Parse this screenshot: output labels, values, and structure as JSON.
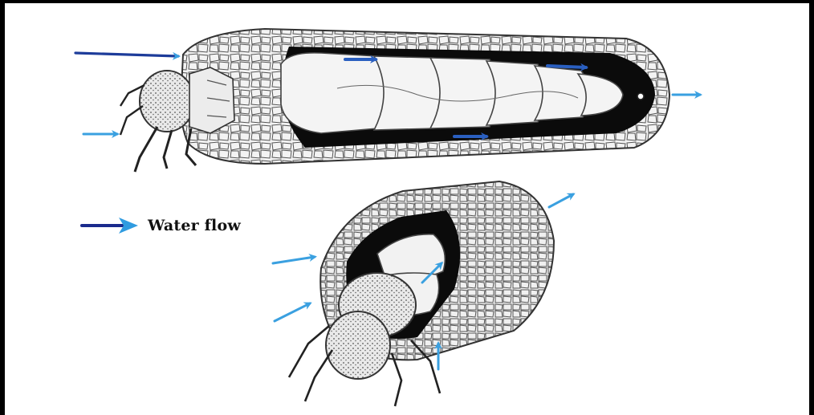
{
  "legend": {
    "label": "Water flow",
    "arrow_color": "#1a2a8c",
    "arrow_head_color": "#2f9be0"
  },
  "colors": {
    "flow_arrow": "#3aa0e0",
    "flow_arrow_dark": "#1d3c9a",
    "case_fill": "#f2f2f2",
    "case_stroke": "#333333",
    "cavity": "#0b0b0b",
    "larva_fill": "#f4f4f4",
    "larva_stroke": "#444444"
  },
  "icons": {
    "legend_arrow": "arrow-right-icon",
    "larva_top": "caddisfly-larva-illustration",
    "larva_bottom": "caddisfly-larva-illustration"
  }
}
